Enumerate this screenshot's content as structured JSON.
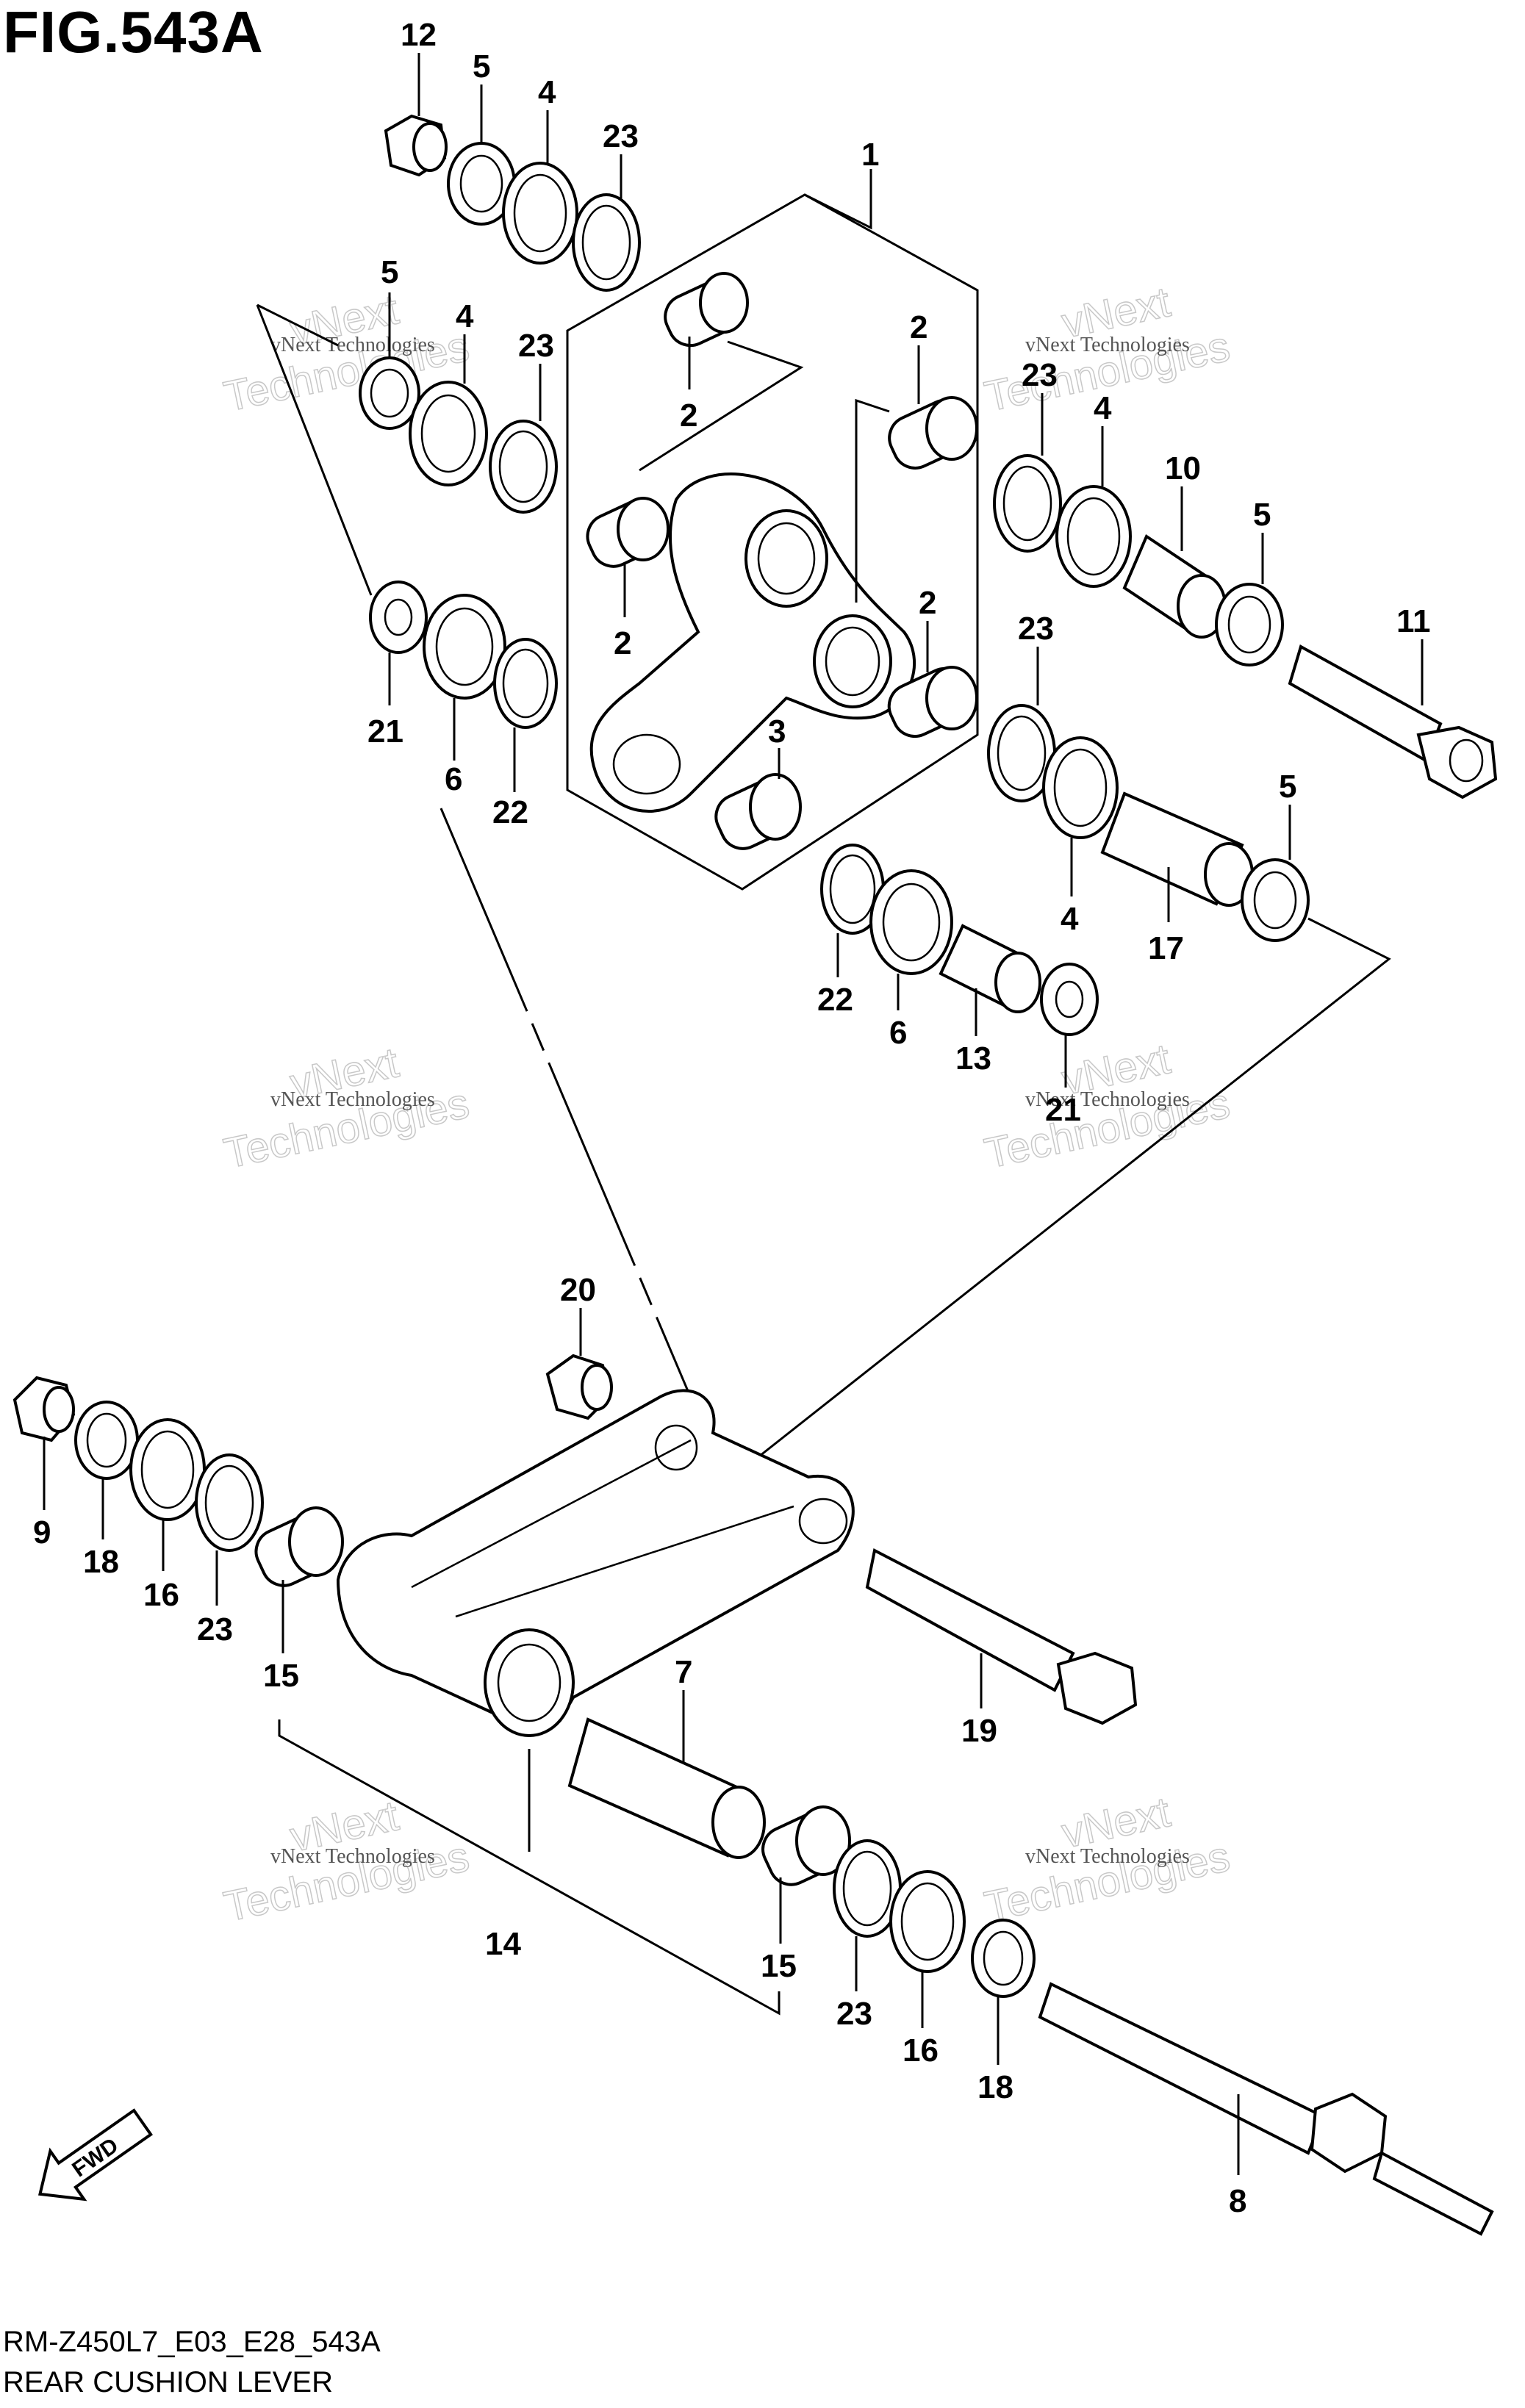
{
  "figure_title": "FIG.543A",
  "footer": {
    "code": "RM-Z450L7_E03_E28_543A",
    "name": "REAR CUSHION LEVER"
  },
  "fwd_label": "FWD",
  "watermark": {
    "small": "vNext Technologies",
    "big": "Technologies",
    "big2": "vNext"
  },
  "callouts": {
    "c1": "1",
    "c2a": "2",
    "c2b": "2",
    "c2c": "2",
    "c2d": "2",
    "c3": "3",
    "c4a": "4",
    "c4b": "4",
    "c4c": "4",
    "c4d": "4",
    "c5a": "5",
    "c5b": "5",
    "c5c": "5",
    "c5d": "5",
    "c6a": "6",
    "c6b": "6",
    "c7": "7",
    "c8": "8",
    "c9": "9",
    "c10": "10",
    "c11": "11",
    "c12": "12",
    "c13": "13",
    "c14": "14",
    "c15a": "15",
    "c15b": "15",
    "c16a": "16",
    "c16b": "16",
    "c17": "17",
    "c18a": "18",
    "c18b": "18",
    "c19": "19",
    "c20": "20",
    "c21a": "21",
    "c21b": "21",
    "c22a": "22",
    "c22b": "22",
    "c23a": "23",
    "c23b": "23",
    "c23c": "23",
    "c23d": "23",
    "c23e": "23",
    "c23f": "23"
  }
}
